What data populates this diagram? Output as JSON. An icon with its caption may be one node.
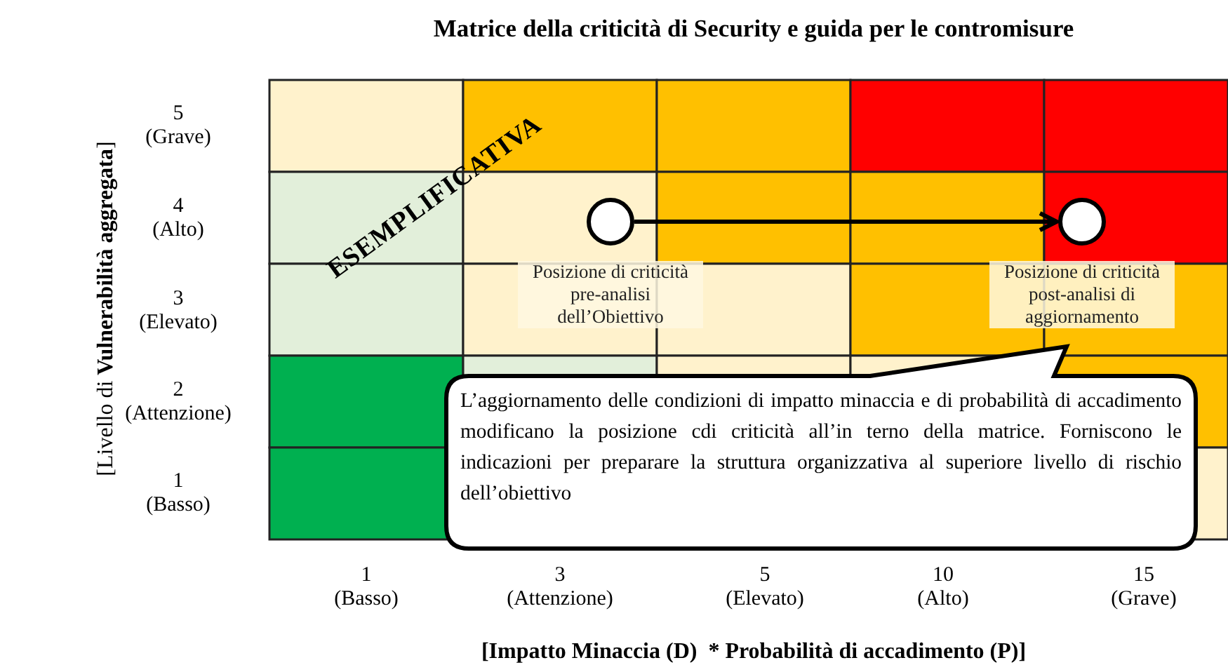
{
  "diagram": {
    "title": "Matrice della criticità di Security e guida per le contromisure",
    "nodes": [
      {
        "text": [],
        "shape": "circle",
        "beside": [
          "Posizione di criticità pre-analisi dell’Obiettivo"
        ]
      },
      {
        "text": [],
        "shape": "circle",
        "beside": [
          "Posizione di criticità post-analisi di aggiornamento"
        ]
      },
      {
        "text": [
          "L’aggiornamento delle condizioni di impatto minaccia e di probabilità di accadimento modificano la posizione cdi criticità all’in terno della matrice. Forniscono le indicazioni per preparare la struttura organizzativa al superiore livello di rischio dell’obiettivo"
        ]
      }
    ],
    "edges": [
      {
        "from": 0,
        "to": 1,
        "arrow": "to"
      }
    ],
    "labels": [
      "[Livello di **Vulnerabilità aggregata**]",
      "5 (Grave)",
      "4 (Alto)",
      "3 (Elevato)",
      "2 (Attenzione)",
      "1 (Basso)",
      "ESEMPLIFICATIVA",
      "1 (Basso)",
      "3 (Attenzione)",
      "5 (Elevato)",
      "10 (Alto)",
      "15 (Grave)",
      "[Impatto Minaccia (D)  * Probabilità di accadimento (P)]"
    ]
  }
}
